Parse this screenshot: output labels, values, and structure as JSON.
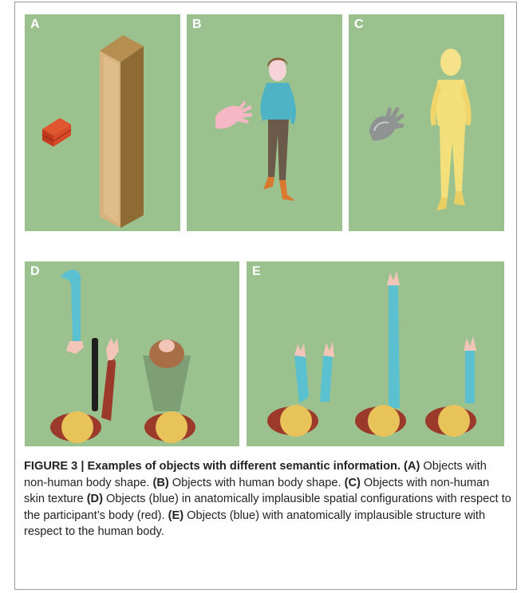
{
  "figure": {
    "panels": [
      {
        "letter": "A",
        "content": [
          "brick-stack",
          "wooden-board"
        ]
      },
      {
        "letter": "B",
        "content": [
          "pink-hand",
          "human-figure"
        ]
      },
      {
        "letter": "C",
        "content": [
          "grey-glove",
          "yellow-mannequin"
        ]
      },
      {
        "letter": "D",
        "content": [
          "arm-configurations-top-view"
        ]
      },
      {
        "letter": "E",
        "content": [
          "arm-structures-top-view"
        ]
      }
    ],
    "colors": {
      "background": "#9bc18f",
      "participant_body": "#9b3a2a",
      "object_blue": "#5bc1d1",
      "hair": "#e8c35a",
      "skin": "#f3c4b8"
    }
  },
  "caption": {
    "title": "FIGURE 3 | Examples of objects with different semantic information.",
    "items": [
      {
        "tag": "(A)",
        "text": " Objects with non-human body shape. "
      },
      {
        "tag": "(B)",
        "text": " Objects with human body shape. "
      },
      {
        "tag": "(C)",
        "text": " Objects with non-human skin texture "
      },
      {
        "tag": "(D)",
        "text": " Objects (blue) in anatomically implausible spatial configurations with respect to the participant’s body (red). "
      },
      {
        "tag": "(E)",
        "text": " Objects (blue) with anatomically implausible structure with respect to the human body."
      }
    ]
  }
}
